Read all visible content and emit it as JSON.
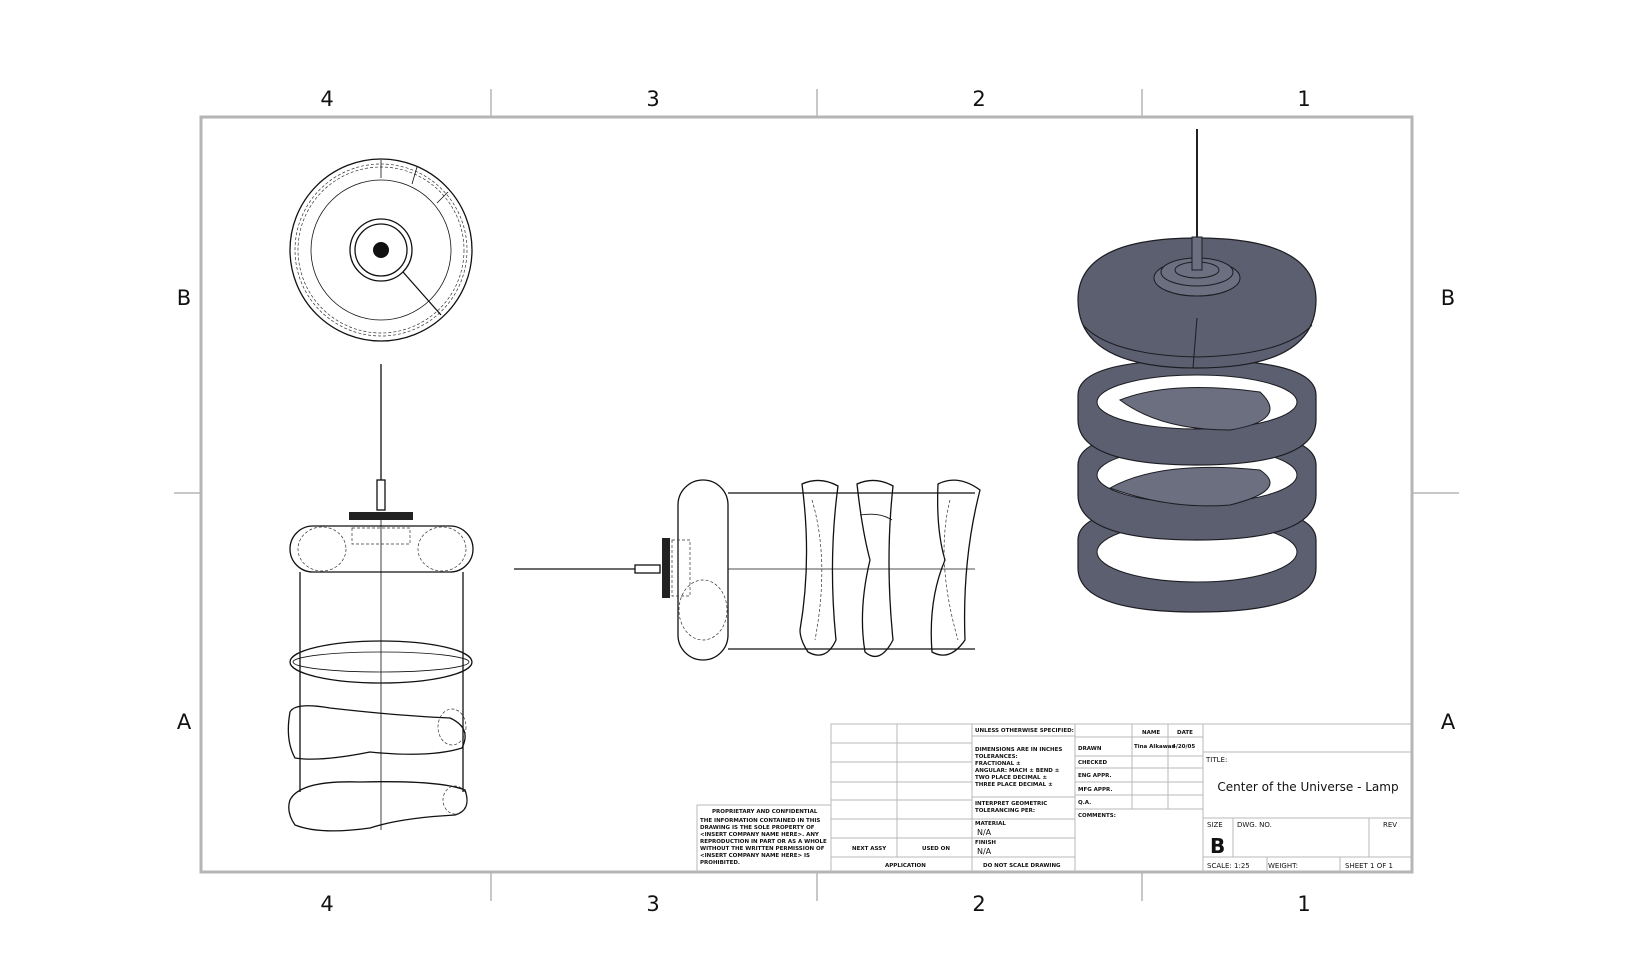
{
  "zones": {
    "columns": [
      "4",
      "3",
      "2",
      "1"
    ],
    "rows": [
      "B",
      "A"
    ]
  },
  "title_block": {
    "proprietary": {
      "heading": "PROPRIETARY AND CONFIDENTIAL",
      "lines": [
        "THE INFORMATION CONTAINED IN THIS",
        "DRAWING IS THE SOLE PROPERTY OF",
        "<INSERT COMPANY NAME HERE>.  ANY",
        "REPRODUCTION IN PART OR AS A WHOLE",
        "WITHOUT THE WRITTEN PERMISSION OF",
        "<INSERT COMPANY NAME HERE> IS",
        "PROHIBITED."
      ]
    },
    "next_assy": "NEXT ASSY",
    "used_on": "USED ON",
    "application": "APPLICATION",
    "unless": "UNLESS OTHERWISE SPECIFIED:",
    "tolerances": [
      "DIMENSIONS ARE IN INCHES",
      "TOLERANCES:",
      "FRACTIONAL ±",
      "ANGULAR: MACH ±    BEND ±",
      "TWO PLACE DECIMAL    ±",
      "THREE PLACE DECIMAL   ±"
    ],
    "interpret": [
      "INTERPRET GEOMETRIC",
      "TOLERANCING PER:"
    ],
    "material_label": "MATERIAL",
    "material_value": "N/A",
    "finish_label": "FINISH",
    "finish_value": "N/A",
    "do_not_scale": "DO NOT SCALE DRAWING",
    "name_header": "NAME",
    "date_header": "DATE",
    "roles": [
      "DRAWN",
      "CHECKED",
      "ENG APPR.",
      "MFG APPR.",
      "Q.A."
    ],
    "drawn_name": "Tina Alkawas",
    "drawn_date": "4/20/05",
    "comments": "COMMENTS:",
    "title_label": "TITLE:",
    "title": "Center of the Universe - Lamp",
    "size_label": "SIZE",
    "size_value": "B",
    "dwg_no_label": "DWG.  NO.",
    "rev_label": "REV",
    "scale": "SCALE: 1:25",
    "weight": "WEIGHT:",
    "sheet": "SHEET 1 OF 1"
  }
}
